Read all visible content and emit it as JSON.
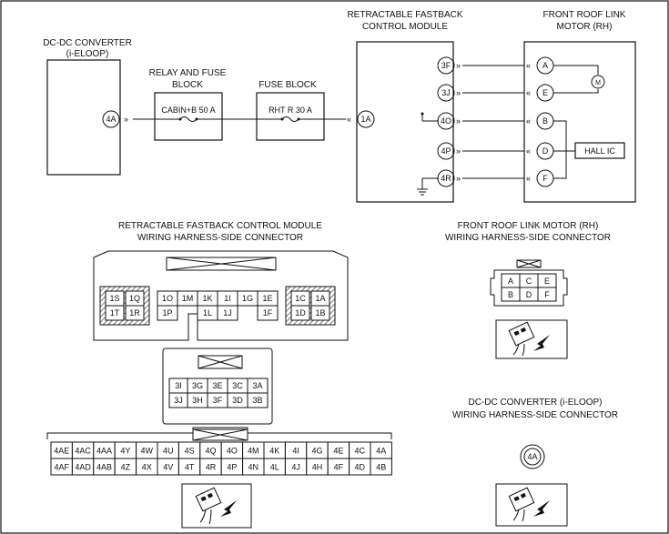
{
  "top": {
    "dcdc": {
      "title1": "DC-DC CONVERTER",
      "title2": "(i-ELOOP)",
      "pin": "4A"
    },
    "relay": {
      "title1": "RELAY AND FUSE",
      "title2": "BLOCK",
      "fuse": "CABIN+B 50 A"
    },
    "fuse_block": {
      "title": "FUSE BLOCK",
      "fuse": "RHT R 30 A"
    },
    "module": {
      "title1": "RETRACTABLE FASTBACK",
      "title2": "CONTROL MODULE",
      "pin_in": "1A",
      "pins": [
        "3F",
        "3J",
        "4O",
        "4P",
        "4R"
      ]
    },
    "motor": {
      "title1": "FRONT ROOF LINK",
      "title2": "MOTOR (RH)",
      "pins": [
        "A",
        "E",
        "B",
        "D",
        "F"
      ],
      "m": "M",
      "hall": "HALL IC"
    }
  },
  "conn_module": {
    "title1": "RETRACTABLE FASTBACK CONTROL MODULE",
    "title2": "WIRING HARNESS-SIDE CONNECTOR",
    "c1_left": [
      [
        "1S",
        "1Q"
      ],
      [
        "1T",
        "1R"
      ]
    ],
    "c1_mid_top": [
      "1O",
      "1M",
      "1K",
      "1I",
      "1G",
      "1E"
    ],
    "c1_mid_bot": [
      "1P",
      "1L",
      "1J",
      "1F"
    ],
    "c1_right": [
      [
        "1C",
        "1A"
      ],
      [
        "1D",
        "1B"
      ]
    ],
    "c3": [
      [
        "3I",
        "3G",
        "3E",
        "3C",
        "3A"
      ],
      [
        "3J",
        "3H",
        "3F",
        "3D",
        "3B"
      ]
    ],
    "c4": [
      [
        "4AE",
        "4AC",
        "4AA",
        "4Y",
        "4W",
        "4U",
        "4S",
        "4Q",
        "4O",
        "4M",
        "4K",
        "4I",
        "4G",
        "4E",
        "4C",
        "4A"
      ],
      [
        "4AF",
        "4AD",
        "4AB",
        "4Z",
        "4X",
        "4V",
        "4T",
        "4R",
        "4P",
        "4N",
        "4L",
        "4J",
        "4H",
        "4F",
        "4D",
        "4B"
      ]
    ]
  },
  "conn_motor": {
    "title1": "FRONT ROOF LINK MOTOR (RH)",
    "title2": "WIRING HARNESS-SIDE CONNECTOR",
    "pins": [
      [
        "A",
        "C",
        "E"
      ],
      [
        "B",
        "D",
        "F"
      ]
    ]
  },
  "conn_dcdc": {
    "title1": "DC-DC CONVERTER (i-ELOOP)",
    "title2": "WIRING HARNESS-SIDE CONNECTOR",
    "pin": "4A"
  }
}
